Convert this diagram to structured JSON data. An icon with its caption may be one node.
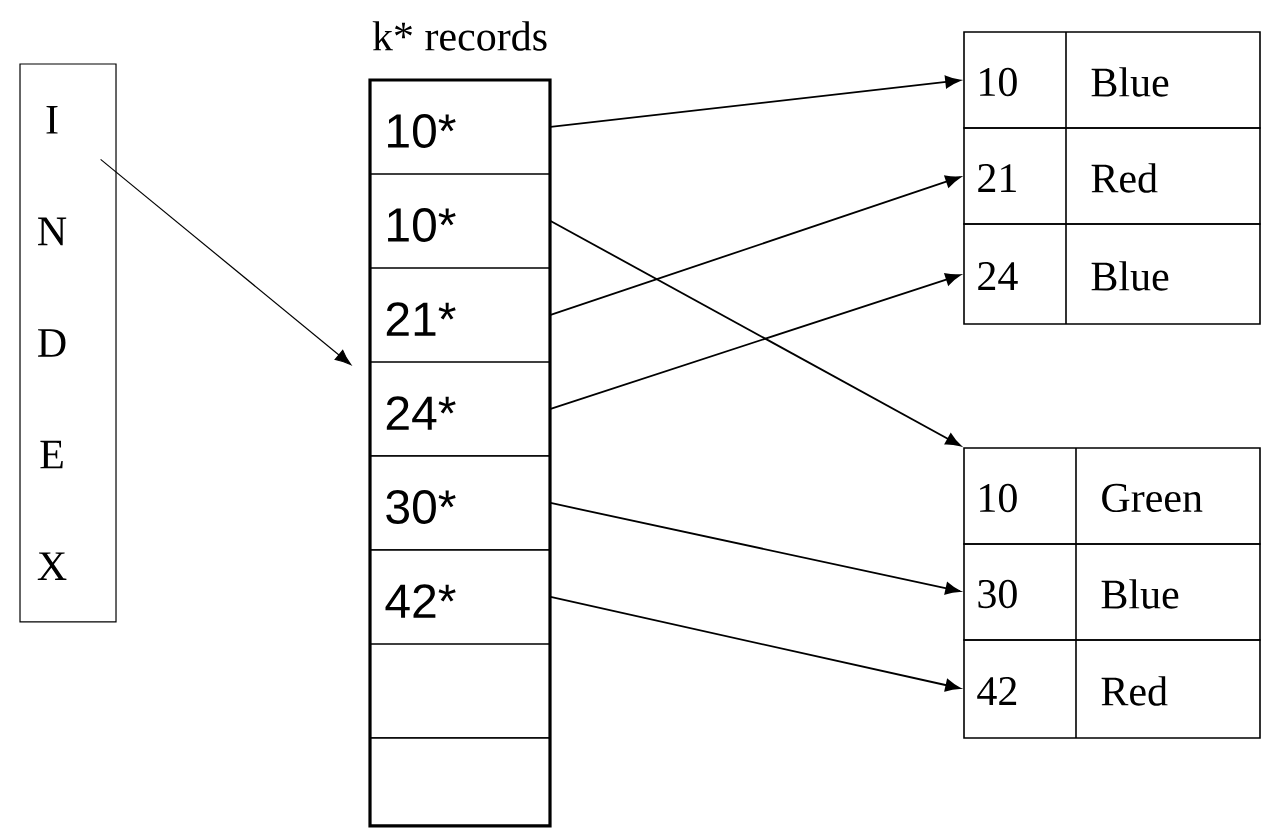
{
  "diagram": {
    "nodes": [
      {
        "text": [
          "I",
          "N",
          "D",
          "E",
          "X"
        ]
      },
      {
        "text": [
          "k* records"
        ]
      },
      {
        "text": [
          "10*"
        ],
        "in": 1
      },
      {
        "text": [
          "10*"
        ],
        "in": 1
      },
      {
        "text": [
          "21*"
        ],
        "in": 1
      },
      {
        "text": [
          "24*"
        ],
        "in": 1
      },
      {
        "text": [
          "30*"
        ],
        "in": 1
      },
      {
        "text": [
          "42*"
        ],
        "in": 1
      },
      {
        "text": [],
        "shape": "box",
        "in": 1
      },
      {
        "text": [],
        "shape": "box",
        "in": 1
      },
      {
        "text": [
          "10",
          "Blue"
        ]
      },
      {
        "text": [
          "21",
          "Red"
        ]
      },
      {
        "text": [
          "24",
          "Blue"
        ]
      },
      {
        "text": [
          "10",
          "Green"
        ]
      },
      {
        "text": [
          "30",
          "Blue"
        ]
      },
      {
        "text": [
          "42",
          "Red"
        ]
      }
    ],
    "edges": [
      {
        "from": 0,
        "to": 1,
        "arrow": "to"
      },
      {
        "from": 2,
        "to": 10,
        "arrow": "to"
      },
      {
        "from": 3,
        "to": 13,
        "arrow": "to"
      },
      {
        "from": 4,
        "to": 11,
        "arrow": "to"
      },
      {
        "from": 5,
        "to": 12,
        "arrow": "to"
      },
      {
        "from": 6,
        "to": 14,
        "arrow": "to"
      },
      {
        "from": 7,
        "to": 15,
        "arrow": "to"
      }
    ]
  }
}
